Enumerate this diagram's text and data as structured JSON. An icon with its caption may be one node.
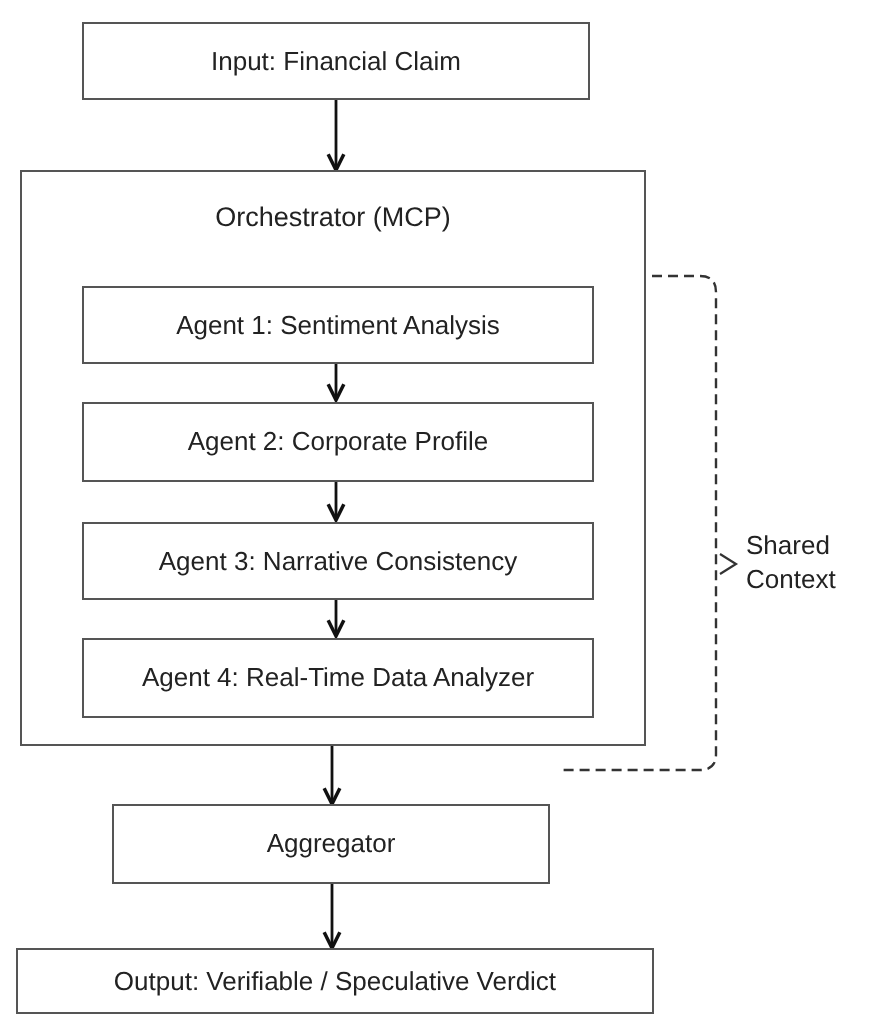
{
  "diagram": {
    "nodes": [
      {
        "text": [
          "Input: Financial Claim"
        ]
      },
      {
        "text": [
          "Orchestrator (MCP)"
        ]
      },
      {
        "text": [
          "Agent 1: Sentiment Analysis"
        ],
        "in": 1
      },
      {
        "text": [
          "Agent 2: Corporate Profile"
        ],
        "in": 1
      },
      {
        "text": [
          "Agent 3: Narrative Consistency"
        ],
        "in": 1
      },
      {
        "text": [
          "Agent 4: Real-Time Data Analyzer"
        ],
        "in": 1
      },
      {
        "text": [
          "Aggregator"
        ]
      },
      {
        "text": [
          "Output: Verifiable / Speculative Verdict"
        ]
      }
    ],
    "edges": [
      {
        "from": 0,
        "to": 1,
        "arrow": "to"
      },
      {
        "from": 2,
        "to": 3,
        "arrow": "to"
      },
      {
        "from": 3,
        "to": 4,
        "arrow": "to"
      },
      {
        "from": 4,
        "to": 5,
        "arrow": "to"
      },
      {
        "from": 1,
        "to": 6,
        "arrow": "to"
      },
      {
        "from": 6,
        "to": 7,
        "arrow": "to"
      }
    ],
    "labels": [
      "Shared Context"
    ]
  }
}
